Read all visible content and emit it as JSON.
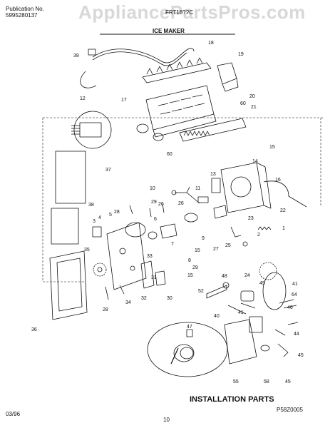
{
  "header": {
    "publication_label": "Publication No.",
    "publication_number": "5995280137",
    "model": "FRT18??C",
    "section_title": "ICE MAKER"
  },
  "watermark": "AppliancePartsPros.com",
  "installation_label": "INSTALLATION PARTS",
  "figure_code": "P58Z0005",
  "footer": {
    "date": "03/96",
    "page_number": "10"
  },
  "callouts": [
    "39",
    "18",
    "19",
    "12",
    "17",
    "20",
    "60",
    "21",
    "60",
    "15",
    "14",
    "37",
    "13",
    "16",
    "11",
    "10",
    "22",
    "38",
    "26",
    "29",
    "4",
    "5",
    "3",
    "6",
    "26",
    "23",
    "1",
    "28",
    "2",
    "7",
    "9",
    "27",
    "15",
    "25",
    "35",
    "33",
    "8",
    "29",
    "31",
    "15",
    "30",
    "32",
    "24",
    "48",
    "49",
    "41",
    "36",
    "28",
    "34",
    "64",
    "52",
    "40",
    "46",
    "47",
    "41",
    "44",
    "45",
    "55",
    "58",
    "45"
  ],
  "colors": {
    "line": "#111111",
    "watermark": "#d2d2d2",
    "background": "#ffffff"
  }
}
